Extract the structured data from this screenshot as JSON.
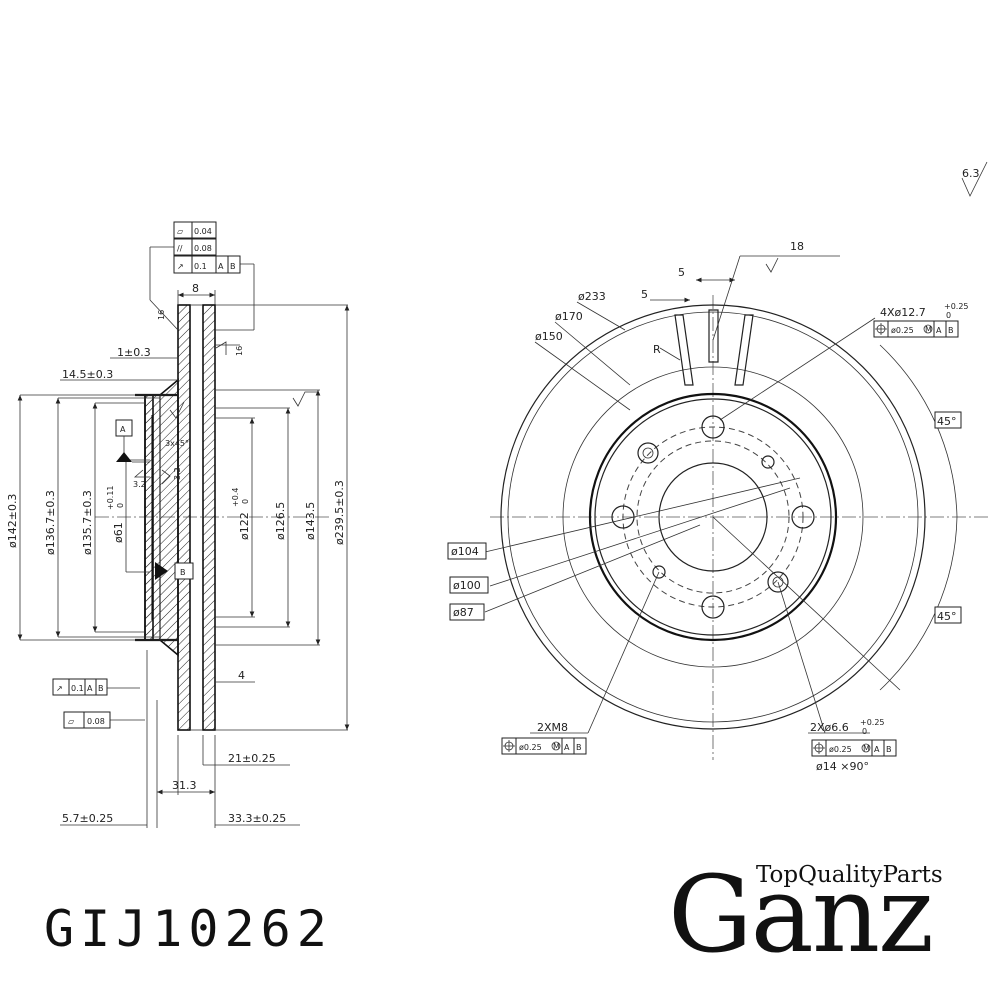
{
  "part_number": "GIJ10262",
  "brand": {
    "tagline": "TopQualityParts",
    "name": "Ganz"
  },
  "side_view": {
    "tolerance_boxes": [
      {
        "symbol": "▱",
        "value": "0.04"
      },
      {
        "symbol": "//",
        "value": "0.08"
      },
      {
        "symbol": "↗",
        "value": "0.1",
        "ref1": "A",
        "ref2": "B"
      }
    ],
    "dims": {
      "width_top": "8",
      "r16_top": "16",
      "r16_right": "16",
      "step": "1±0.3",
      "offset": "14.5±0.3",
      "chamfer": "3x45°",
      "rough_a": "3.2",
      "rough_b": "3.2",
      "d142": "ø142±0.3",
      "d136": "ø136.7±0.3",
      "d135": "ø135.7±0.3",
      "d61": "ø61",
      "d61_tol": "+0.11",
      "d61_tol0": "0",
      "d122": "ø122",
      "d122_tol": "+0.4",
      "d122_tol0": "0",
      "d126": "ø126.5",
      "d143": "ø143.5",
      "d239": "ø239.5±0.3",
      "four": "4",
      "d21": "21±0.25",
      "d31": "31.3",
      "d5": "5.7±0.25",
      "d33": "33.3±0.25",
      "datum_a": "A",
      "datum_b": "B"
    },
    "bottom_boxes": [
      {
        "symbol": "↗",
        "value": "0.1",
        "ref1": "A",
        "ref2": "B"
      },
      {
        "symbol": "▱",
        "value": "0.08"
      }
    ]
  },
  "front_view": {
    "surface": "6.3",
    "dims": {
      "d18": "18",
      "d5a": "5",
      "d5b": "5",
      "radius": "R",
      "d233": "ø233",
      "d170": "ø170",
      "d150": "ø150",
      "holes4": "4Xø12.7",
      "holes4_tol": "+0.25",
      "holes4_tol0": "0",
      "angle1": "45°",
      "angle2": "45°",
      "d104": "ø104",
      "d100": "ø100",
      "d87": "ø87",
      "threads": "2XM8",
      "holes2": "2Xø6.6",
      "holes2_tol": "+0.25",
      "holes2_tol0": "0",
      "csink": "ø14 ×90°"
    },
    "pos_boxes": [
      {
        "value": "ø0.25",
        "mod": "M",
        "ref1": "A",
        "ref2": "B"
      },
      {
        "value": "ø0.25",
        "mod": "M",
        "ref1": "A",
        "ref2": "B"
      },
      {
        "value": "ø0.25",
        "mod": "M",
        "ref1": "A",
        "ref2": "B"
      }
    ]
  }
}
